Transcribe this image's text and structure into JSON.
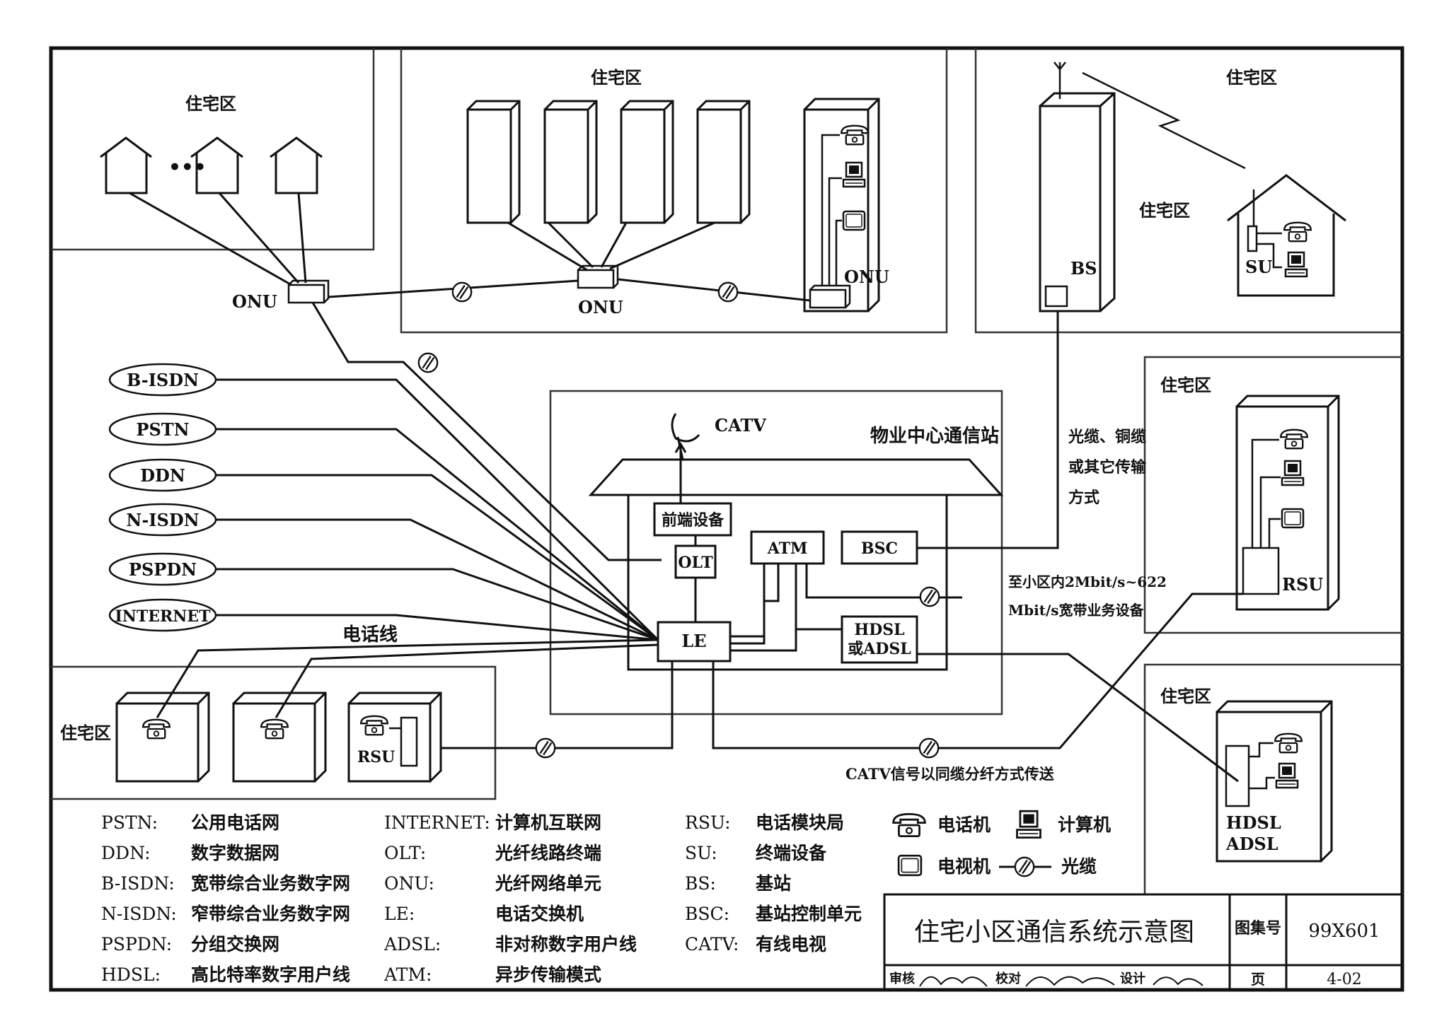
{
  "title_block": {
    "title": "住宅小区通信系统示意图",
    "atlas_label": "图集号",
    "atlas_no": "99X601",
    "page_label": "页",
    "page_no": "4-02",
    "review_label": "审核",
    "check_label": "校对",
    "design_label": "设计"
  },
  "zones": {
    "top_left": "住宅区",
    "top_mid": "住宅区",
    "top_right": "住宅区",
    "right_bs": "住宅区",
    "right_mid": "住宅区",
    "right_low": "住宅区",
    "bottom_left": "住宅区"
  },
  "station": {
    "title": "物业中心通信站",
    "catv": "CATV",
    "frontend": "前端设备",
    "olt": "OLT",
    "atm": "ATM",
    "bsc": "BSC",
    "le": "LE",
    "hdsl_line1": "HDSL",
    "hdsl_line2": "或ADSL"
  },
  "networks": [
    "B-ISDN",
    "PSTN",
    "DDN",
    "N-ISDN",
    "PSPDN",
    "INTERNET"
  ],
  "labels": {
    "onu_left": "ONU",
    "onu_mid": "ONU",
    "onu_right": "ONU",
    "dots": "•••",
    "bs": "BS",
    "su": "SU",
    "rsu_bottom": "RSU",
    "rsu_right": "RSU",
    "hdsl": "HDSL",
    "adsl": "ADSL",
    "phone_line": "电话线",
    "transmission_1": "光缆、铜缆",
    "transmission_2": "或其它传输",
    "transmission_3": "方式",
    "broadband_1": "至小区内2Mbit/s~622",
    "broadband_2": "Mbit/s宽带业务设备",
    "catv_note": "CATV信号以同缆分纤方式传送"
  },
  "glossary": [
    [
      {
        "abbr": "PSTN:",
        "desc": "公用电话网"
      },
      {
        "abbr": "DDN:",
        "desc": "数字数据网"
      },
      {
        "abbr": "B-ISDN:",
        "desc": "宽带综合业务数字网"
      },
      {
        "abbr": "N-ISDN:",
        "desc": "窄带综合业务数字网"
      },
      {
        "abbr": "PSPDN:",
        "desc": "分组交换网"
      },
      {
        "abbr": "HDSL:",
        "desc": "高比特率数字用户线"
      }
    ],
    [
      {
        "abbr": "INTERNET:",
        "desc": "计算机互联网"
      },
      {
        "abbr": "OLT:",
        "desc": "光纤线路终端"
      },
      {
        "abbr": "ONU:",
        "desc": "光纤网络单元"
      },
      {
        "abbr": "LE:",
        "desc": "电话交换机"
      },
      {
        "abbr": "ADSL:",
        "desc": "非对称数字用户线"
      },
      {
        "abbr": "ATM:",
        "desc": "异步传输模式"
      }
    ],
    [
      {
        "abbr": "RSU:",
        "desc": "电话模块局"
      },
      {
        "abbr": "SU:",
        "desc": "终端设备"
      },
      {
        "abbr": "BS:",
        "desc": "基站"
      },
      {
        "abbr": "BSC:",
        "desc": "基站控制单元"
      },
      {
        "abbr": "CATV:",
        "desc": "有线电视"
      }
    ]
  ],
  "legend": {
    "phone": "电话机",
    "computer": "计算机",
    "tv": "电视机",
    "cable": "光缆"
  }
}
